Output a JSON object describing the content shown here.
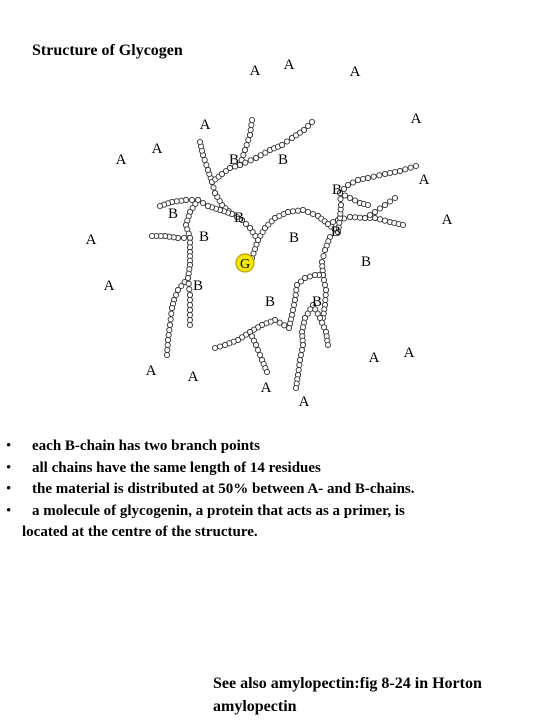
{
  "title": "Structure of Glycogen",
  "diagram": {
    "center_label": "G",
    "chain_a_label": "A",
    "chain_b_label": "B",
    "colors": {
      "center_fill": "#f2e600",
      "bead_fill": "#ffffff",
      "bead_stroke": "#333333"
    }
  },
  "bullets": [
    {
      "text": "each B-chain has two branch points"
    },
    {
      "text": "all chains have the same length of 14 residues"
    },
    {
      "text": "the material is distributed at 50% between A- and B-chains."
    },
    {
      "text": "a molecule of glycogenin, a protein that acts as a primer,  is",
      "continuation": "located at  the centre of the structure."
    }
  ],
  "footer": {
    "line1": "See also amylopectin:fig 8-24 in Horton",
    "line2": "amylopectin"
  }
}
